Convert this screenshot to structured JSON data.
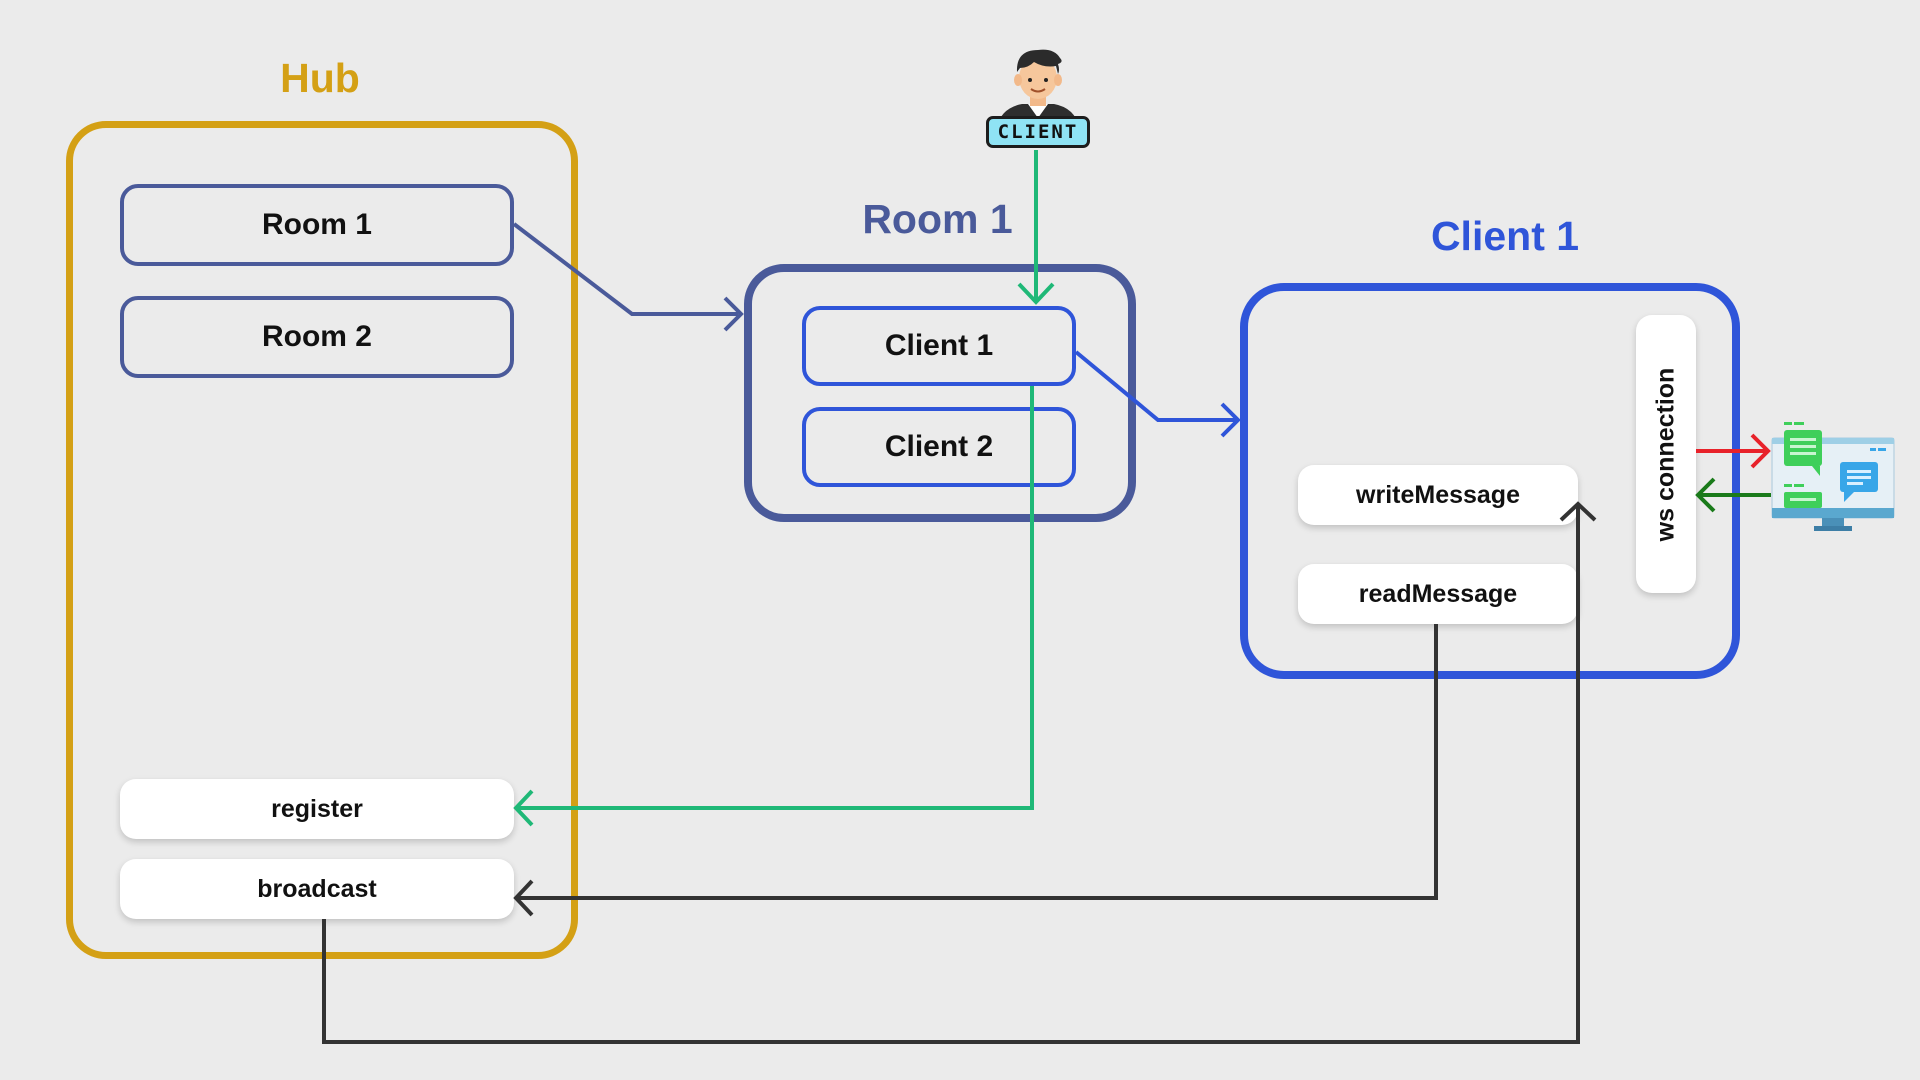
{
  "hub": {
    "title": "Hub",
    "rooms": [
      "Room 1",
      "Room 2"
    ],
    "register_label": "register",
    "broadcast_label": "broadcast"
  },
  "room": {
    "title": "Room 1",
    "clients": [
      "Client 1",
      "Client 2"
    ]
  },
  "client": {
    "title": "Client 1",
    "write_label": "writeMessage",
    "read_label": "readMessage",
    "ws_label": "ws connection"
  },
  "actor": {
    "badge": "CLIENT",
    "icon": "client-avatar-icon"
  },
  "computer": {
    "icon": "computer-chat-icon"
  },
  "colors": {
    "hub": "#d4a015",
    "room": "#4a5a9a",
    "client": "#2f55d9",
    "register_wire": "#1fb877",
    "message_wire": "#333333",
    "send_arrow": "#e8222a",
    "receive_arrow": "#1a7a1a"
  }
}
